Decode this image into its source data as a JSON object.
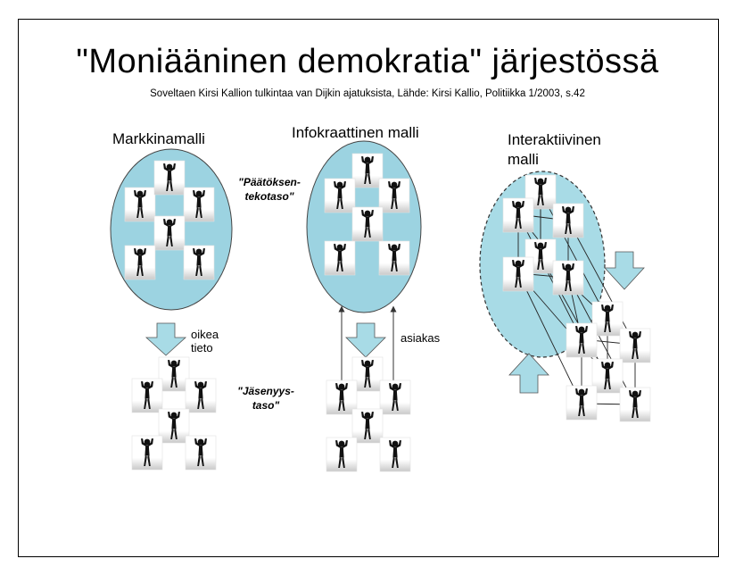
{
  "title": "\"Moniääninen demokratia\" järjestössä",
  "subtitle": "Soveltaen Kirsi Kallion tulkintaa van Dijkin ajatuksista, Lähde: Kirsi Kallio, Politiikka 1/2003, s.42",
  "models": {
    "market": "Markkinamalli",
    "info": "Infokraattinen malli",
    "interactive_line1": "Interaktiivinen",
    "interactive_line2": "malli"
  },
  "labels": {
    "decision_line1": "\"Päätöksen-",
    "decision_line2": "tekotaso\"",
    "member_line1": "\"Jäsenyys-",
    "member_line2": "taso\"",
    "right_info_line1": "oikea",
    "right_info_line2": "tieto",
    "customer": "asiakas"
  },
  "colors": {
    "ellipse_fill": "#9cd3e1",
    "arrow_fill": "#a8dbe6",
    "figure": "#111111"
  }
}
